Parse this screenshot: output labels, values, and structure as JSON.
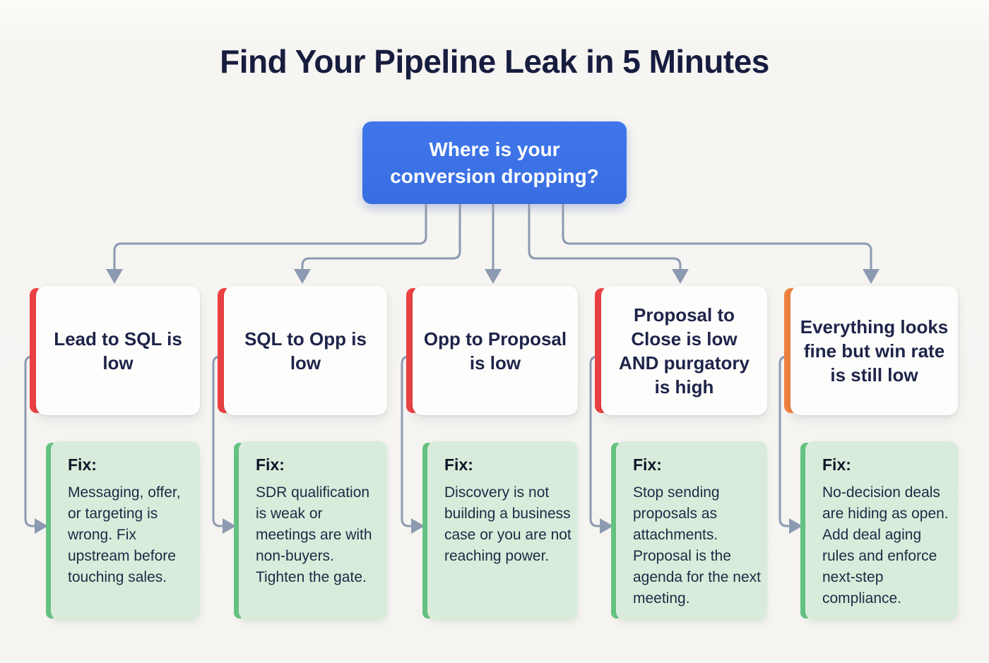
{
  "title": "Find Your Pipeline Leak in 5 Minutes",
  "root_question": "Where is your conversion dropping?",
  "colors": {
    "root_bg": "#3b72e6",
    "connector": "#8c9ab1",
    "red_accent": "#ee4143",
    "orange_accent": "#f2833f",
    "green_accent": "#67c584",
    "fix_bg": "#d9ecdb",
    "title_text": "#171d3f",
    "card_text": "#1e2449"
  },
  "branches": [
    {
      "condition": "Lead to SQL is low",
      "accent_color": "#ee4143",
      "fix_label": "Fix:",
      "fix_text": "Messaging, offer, or targeting is wrong. Fix upstream before touching sales."
    },
    {
      "condition": "SQL to Opp is low",
      "accent_color": "#ee4143",
      "fix_label": "Fix:",
      "fix_text": "SDR qualification is weak or meetings are with non-buyers. Tighten the gate."
    },
    {
      "condition": "Opp to Proposal is low",
      "accent_color": "#ee4143",
      "fix_label": "Fix:",
      "fix_text": "Discovery is not building a business case or you are not reaching power."
    },
    {
      "condition": "Proposal to Close is low AND purgatory is high",
      "accent_color": "#ee4143",
      "fix_label": "Fix:",
      "fix_text": "Stop sending proposals as attachments. Proposal is the agenda for the next meeting."
    },
    {
      "condition": "Everything looks fine but win rate is still low",
      "accent_color": "#f2833f",
      "fix_label": "Fix:",
      "fix_text": "No-decision deals are hiding as open. Add deal aging rules and enforce next-step compliance."
    }
  ]
}
